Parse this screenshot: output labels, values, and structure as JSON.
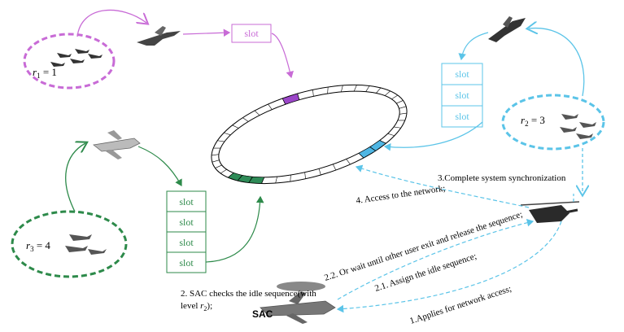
{
  "groups": {
    "r1": {
      "label": "r",
      "sub": "1",
      "eq": " = 1",
      "color": "#c86bd6"
    },
    "r2": {
      "label": "r",
      "sub": "2",
      "eq": " = 3",
      "color": "#5bc4e8"
    },
    "r3": {
      "label": "r",
      "sub": "3",
      "eq": " = 4",
      "color": "#2d8a4a"
    }
  },
  "slot_text": "slot",
  "steps": {
    "s1": "1.Applies for network access;",
    "s2a": "2. SAC checks the idle sequence(with",
    "s2b": "level ",
    "s2c": ");",
    "s21": "2.1. Assign the idle sequence;",
    "s22": "2.2. Or wait until other user exit and release the sequence;",
    "s3": "3.Complete system synchronization",
    "s4": "4. Access to the network;"
  },
  "sac_label": "SAC",
  "colors": {
    "purple": "#c86bd6",
    "purple_fill": "#9b46c8",
    "blue": "#5bc4e8",
    "blue_fill": "#4fb6e3",
    "green": "#2d8a4a",
    "green_fill": "#2e8b57"
  }
}
